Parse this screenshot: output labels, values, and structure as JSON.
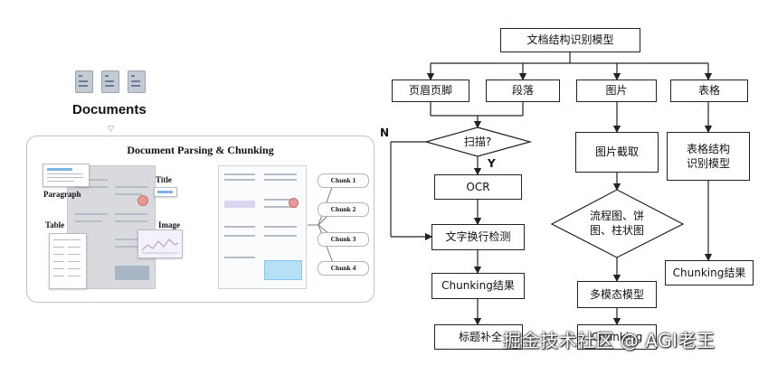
{
  "left": {
    "documents_label": "Documents",
    "panel_title": "Document Parsing & Chunking",
    "labels": {
      "paragraph": "Paragraph",
      "title": "Title",
      "table": "Table",
      "image": "Image"
    },
    "chunks": [
      "Chunk 1",
      "Chunk 2",
      "Chunk 3",
      "Chunk 4"
    ]
  },
  "flow": {
    "root": "文档结构识别模型",
    "header_footer": "页眉页脚",
    "paragraph": "段落",
    "image": "图片",
    "table": "表格",
    "scan_decision": "扫描?",
    "n_label": "N",
    "y_label": "Y",
    "ocr": "OCR",
    "line_break_detect": "文字换行检测",
    "chunking_result_1": "Chunking结果",
    "title_complete": "标题补全",
    "image_crop": "图片截取",
    "chart_decision": "流程图、饼\n图、柱状图",
    "multimodal_model": "多模态模型",
    "chunking_result_2": "Chunking",
    "table_model": "表格结构\n识别模型",
    "chunking_result_3": "Chunking结果"
  },
  "watermark": "掘金技术社区 @ AGI老王"
}
